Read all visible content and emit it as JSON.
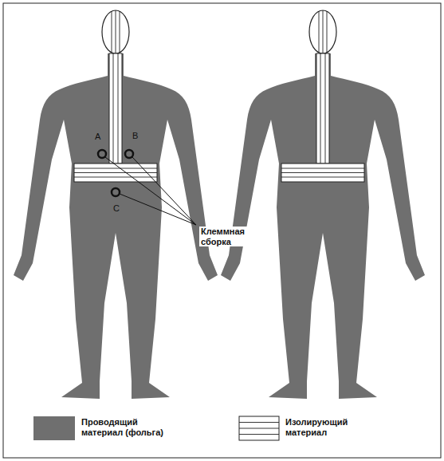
{
  "diagram": {
    "labels": [
      "A",
      "B",
      "C",
      "Клеммная сборка"
    ],
    "legend": [
      {
        "text": "Проводящий материал (фольга)",
        "color": "#6f6f6f"
      },
      {
        "text": "Изолирующий материал"
      }
    ]
  }
}
